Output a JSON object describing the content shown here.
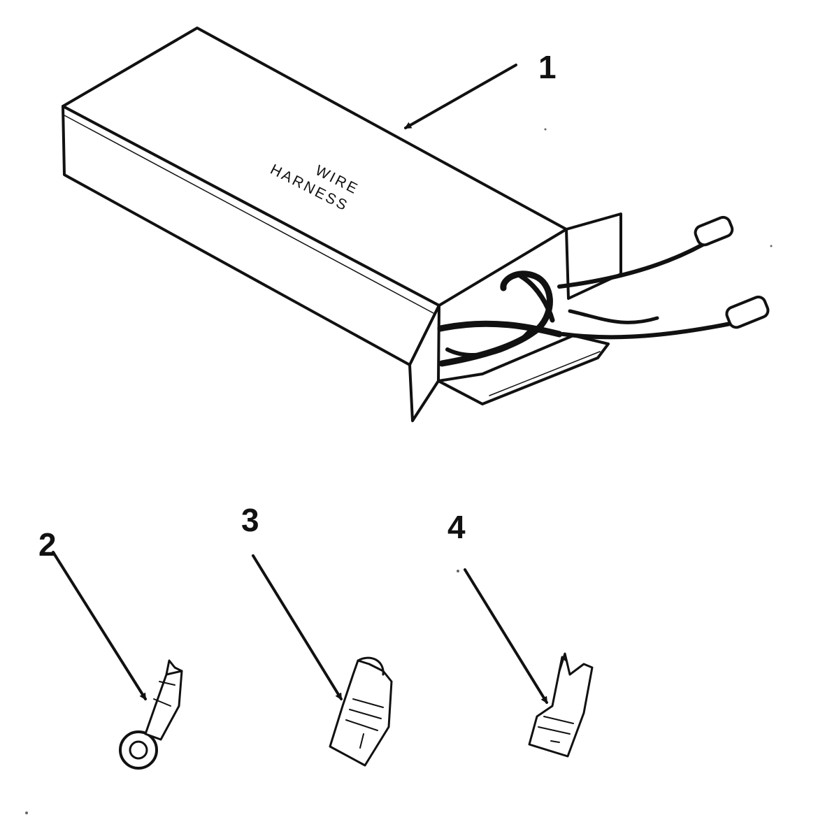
{
  "diagram": {
    "parts": [
      {
        "callout": "1",
        "label": "WIRE\nHARNESS"
      },
      {
        "callout": "2"
      },
      {
        "callout": "3"
      },
      {
        "callout": "4"
      }
    ],
    "box_label_line1": "WIRE",
    "box_label_line2": "HARNESS",
    "ink_color": "#111111",
    "paper_color": "#ffffff"
  }
}
